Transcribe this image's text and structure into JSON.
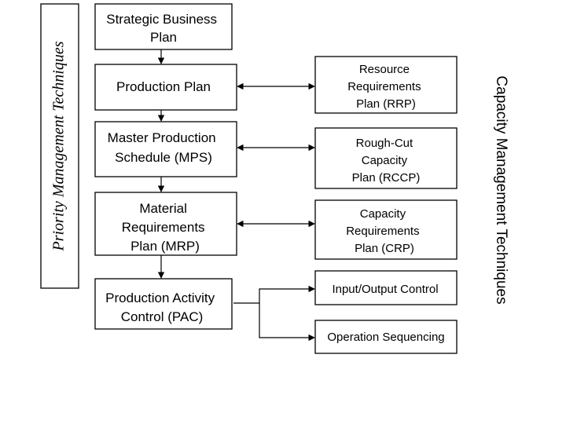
{
  "side_labels": {
    "left": "Priority Management Techniques",
    "right": "Capacity Management Techniques"
  },
  "left_column": [
    {
      "id": "strategic-business-plan",
      "lines": [
        "Strategic Business",
        "Plan"
      ]
    },
    {
      "id": "production-plan",
      "lines": [
        "Production Plan"
      ]
    },
    {
      "id": "master-production-schedule",
      "lines": [
        "Master Production",
        "Schedule (MPS)"
      ]
    },
    {
      "id": "material-requirements-plan",
      "lines": [
        "Material",
        "Requirements",
        "Plan (MRP)"
      ]
    },
    {
      "id": "production-activity-control",
      "lines": [
        "Production Activity",
        "Control (PAC)"
      ]
    }
  ],
  "right_column": [
    {
      "id": "resource-requirements-plan",
      "lines": [
        "Resource",
        "Requirements",
        "Plan (RRP)"
      ]
    },
    {
      "id": "rough-cut-capacity-plan",
      "lines": [
        "Rough-Cut",
        "Capacity",
        "Plan (RCCP)"
      ]
    },
    {
      "id": "capacity-requirements-plan",
      "lines": [
        "Capacity",
        "Requirements",
        "Plan (CRP)"
      ]
    },
    {
      "id": "input-output-control",
      "lines": [
        "Input/Output Control"
      ]
    },
    {
      "id": "operation-sequencing",
      "lines": [
        "Operation Sequencing"
      ]
    }
  ],
  "colors": {
    "line": "#000000",
    "box_fill": "#ffffff",
    "text": "#000000"
  }
}
